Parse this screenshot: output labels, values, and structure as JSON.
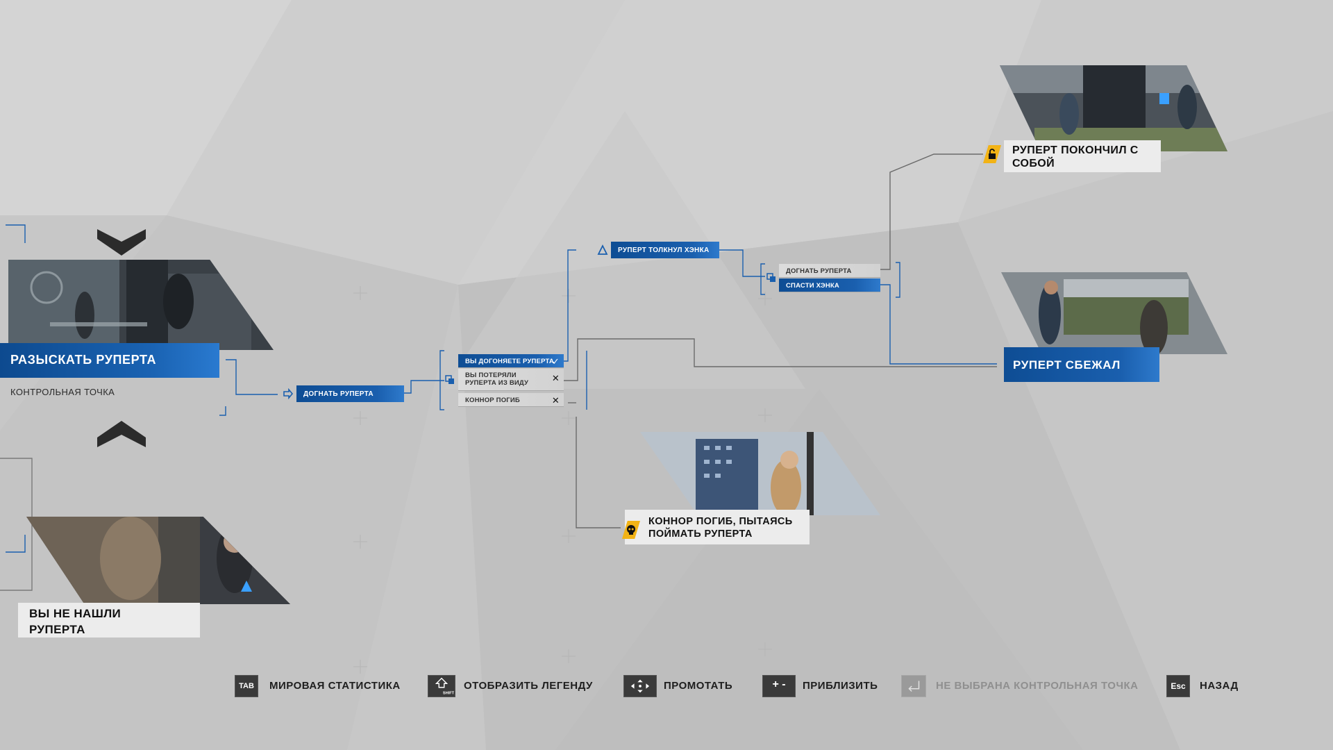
{
  "chapter": {
    "title": "РАЗЫСКАТЬ РУПЕРТА",
    "checkpoint_label": "КОНТРОЛЬНАЯ ТОЧКА"
  },
  "nodes": {
    "chase": "ДОГНАТЬ РУПЕРТА",
    "rupert_pushed_hank": "РУПЕРТ ТОЛКНУЛ ХЭНКА"
  },
  "choice_group_1": [
    {
      "label": "ВЫ ДОГОНЯЕТЕ РУПЕРТА",
      "state": "selected",
      "mark": "✓"
    },
    {
      "label": "ВЫ ПОТЕРЯЛИ РУПЕРТА ИЗ ВИДУ",
      "state": "locked",
      "mark": "✕"
    },
    {
      "label": "КОННОР ПОГИБ",
      "state": "locked",
      "mark": "✕"
    }
  ],
  "choice_group_2": [
    {
      "label": "ДОГНАТЬ РУПЕРТА",
      "state": "normal"
    },
    {
      "label": "СПАСТИ ХЭНКА",
      "state": "selected"
    }
  ],
  "outcomes": {
    "not_found": "ВЫ НЕ НАШЛИ РУПЕРТА",
    "connor_died": "КОННОР ПОГИБ, ПЫТАЯСЬ ПОЙМАТЬ РУПЕРТА",
    "rupert_suicide": "РУПЕРТ ПОКОНЧИЛ С СОБОЙ",
    "rupert_escaped": "РУПЕРТ СБЕЖАЛ"
  },
  "legend": [
    {
      "key": "TAB",
      "label": "МИРОВАЯ СТАТИСТИКА",
      "icon": "tab-key-icon"
    },
    {
      "key": "SHIFT",
      "label": "ОТОБРАЗИТЬ ЛЕГЕНДУ",
      "icon": "shift-key-icon"
    },
    {
      "key": "",
      "label": "ПРОМОТАТЬ",
      "icon": "mouse-pan-icon"
    },
    {
      "key": "+ -",
      "label": "ПРИБЛИЗИТЬ",
      "icon": "zoom-keys-icon"
    },
    {
      "key": "",
      "label": "НЕ ВЫБРАНА КОНТРОЛЬНАЯ ТОЧКА",
      "icon": "enter-key-icon",
      "disabled": true
    },
    {
      "key": "Esc",
      "label": "НАЗАД",
      "icon": "esc-key-icon"
    }
  ],
  "colors": {
    "accent_blue": "#1a5fae",
    "locked_badge": "#f2b316",
    "background": "#c9c9c9"
  }
}
